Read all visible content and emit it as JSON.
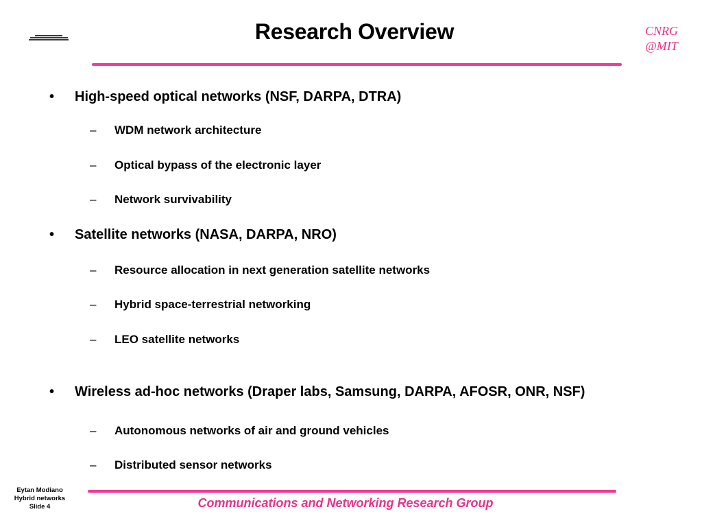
{
  "slide": {
    "title": "Research Overview",
    "corner_tag_line1": "CNRG",
    "corner_tag_line2": "@MIT",
    "accent_color": "#e8338b",
    "rule_color": "#f03c97"
  },
  "bullets": [
    {
      "level": 1,
      "text": "High-speed optical networks (NSF, DARPA, DTRA)"
    },
    {
      "level": 2,
      "text": "WDM network architecture"
    },
    {
      "level": 2,
      "text": "Optical bypass of the electronic layer"
    },
    {
      "level": 2,
      "text": "Network survivability"
    },
    {
      "level": 1,
      "text": "Satellite networks (NASA, DARPA, NRO)"
    },
    {
      "level": 2,
      "text": "Resource allocation in next generation satellite networks"
    },
    {
      "level": 2,
      "text": "Hybrid space-terrestrial networking"
    },
    {
      "level": 2,
      "text": "LEO satellite networks"
    },
    {
      "level": 1,
      "text": "Wireless ad-hoc networks (Draper labs, Samsung, DARPA, AFOSR, ONR, NSF)"
    },
    {
      "level": 2,
      "text": "Autonomous networks of air and ground vehicles"
    },
    {
      "level": 2,
      "text": "Distributed sensor networks"
    }
  ],
  "markers": {
    "level1": "•",
    "level2": "–"
  },
  "footer": {
    "author": "Eytan Modiano",
    "topic": "Hybrid networks",
    "slide_number": "Slide 4",
    "group_name": "Communications and Networking Research Group"
  },
  "icons": {
    "corner_logo": "logo-icon"
  }
}
